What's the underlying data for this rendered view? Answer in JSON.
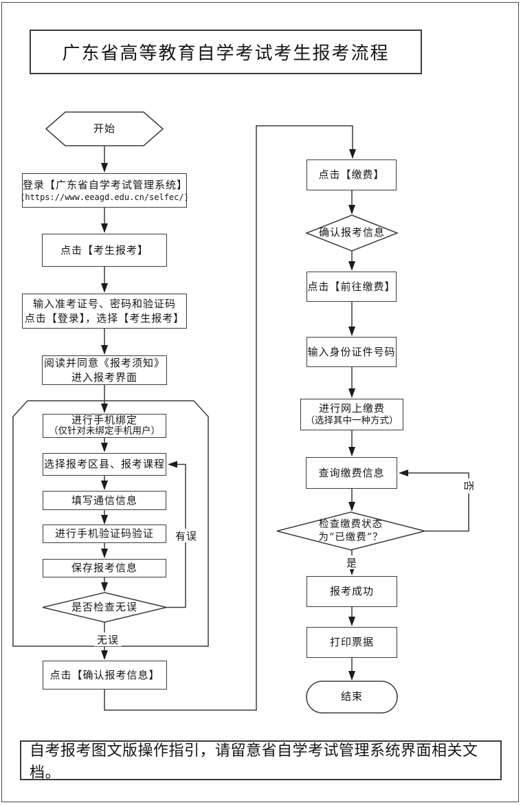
{
  "page": {
    "title": "广东省高等教育自学考试考生报考流程",
    "footer": "自考报考图文版操作指引，请留意省自学考试管理系统界面相关文档。"
  },
  "nodes": {
    "start": "开始",
    "login": {
      "line1": "登录【广东省自学考试管理系统】",
      "line2": "(https://www.eeagd.edu.cn/selfec/)"
    },
    "candidate_register": "点击【考生报考】",
    "input_credentials": {
      "line1": "输入准考证号、密码和验证码",
      "line2": "点击【登录】，选择【考生报考】"
    },
    "agree_notice": {
      "line1": "阅读并同意《报考须知》",
      "line2": "进入报考界面"
    },
    "bind_phone": {
      "line1": "进行手机绑定",
      "line2": "（仅针对未绑定手机用户）"
    },
    "select_district_course": "选择报考区县、报考课程",
    "fill_contact": "填写通信信息",
    "sms_verify": "进行手机验证码验证",
    "save_info": "保存报考信息",
    "check_correct": "是否检查无误",
    "confirm_info": "点击【确认报考信息】",
    "click_pay": "点击【缴费】",
    "confirm_reg": "确认报考信息",
    "go_pay": "点击【前往缴费】",
    "input_id": "输入身份证件号码",
    "online_pay": {
      "line1": "进行网上缴费",
      "line2": "（选择其中一种方式）"
    },
    "query_pay": "查询缴费信息",
    "check_paid": {
      "line1": "检查缴费状态",
      "line2": "为“已缴费”？"
    },
    "reg_success": "报考成功",
    "print_receipt": "打印票据",
    "end": "结束"
  },
  "edge_labels": {
    "error": "有误",
    "no_error": "无误",
    "no": "否",
    "yes": "是"
  },
  "colors": {
    "line": "#3a3a3a",
    "arrow": "#1c1c1c",
    "background": "#ffffff"
  }
}
